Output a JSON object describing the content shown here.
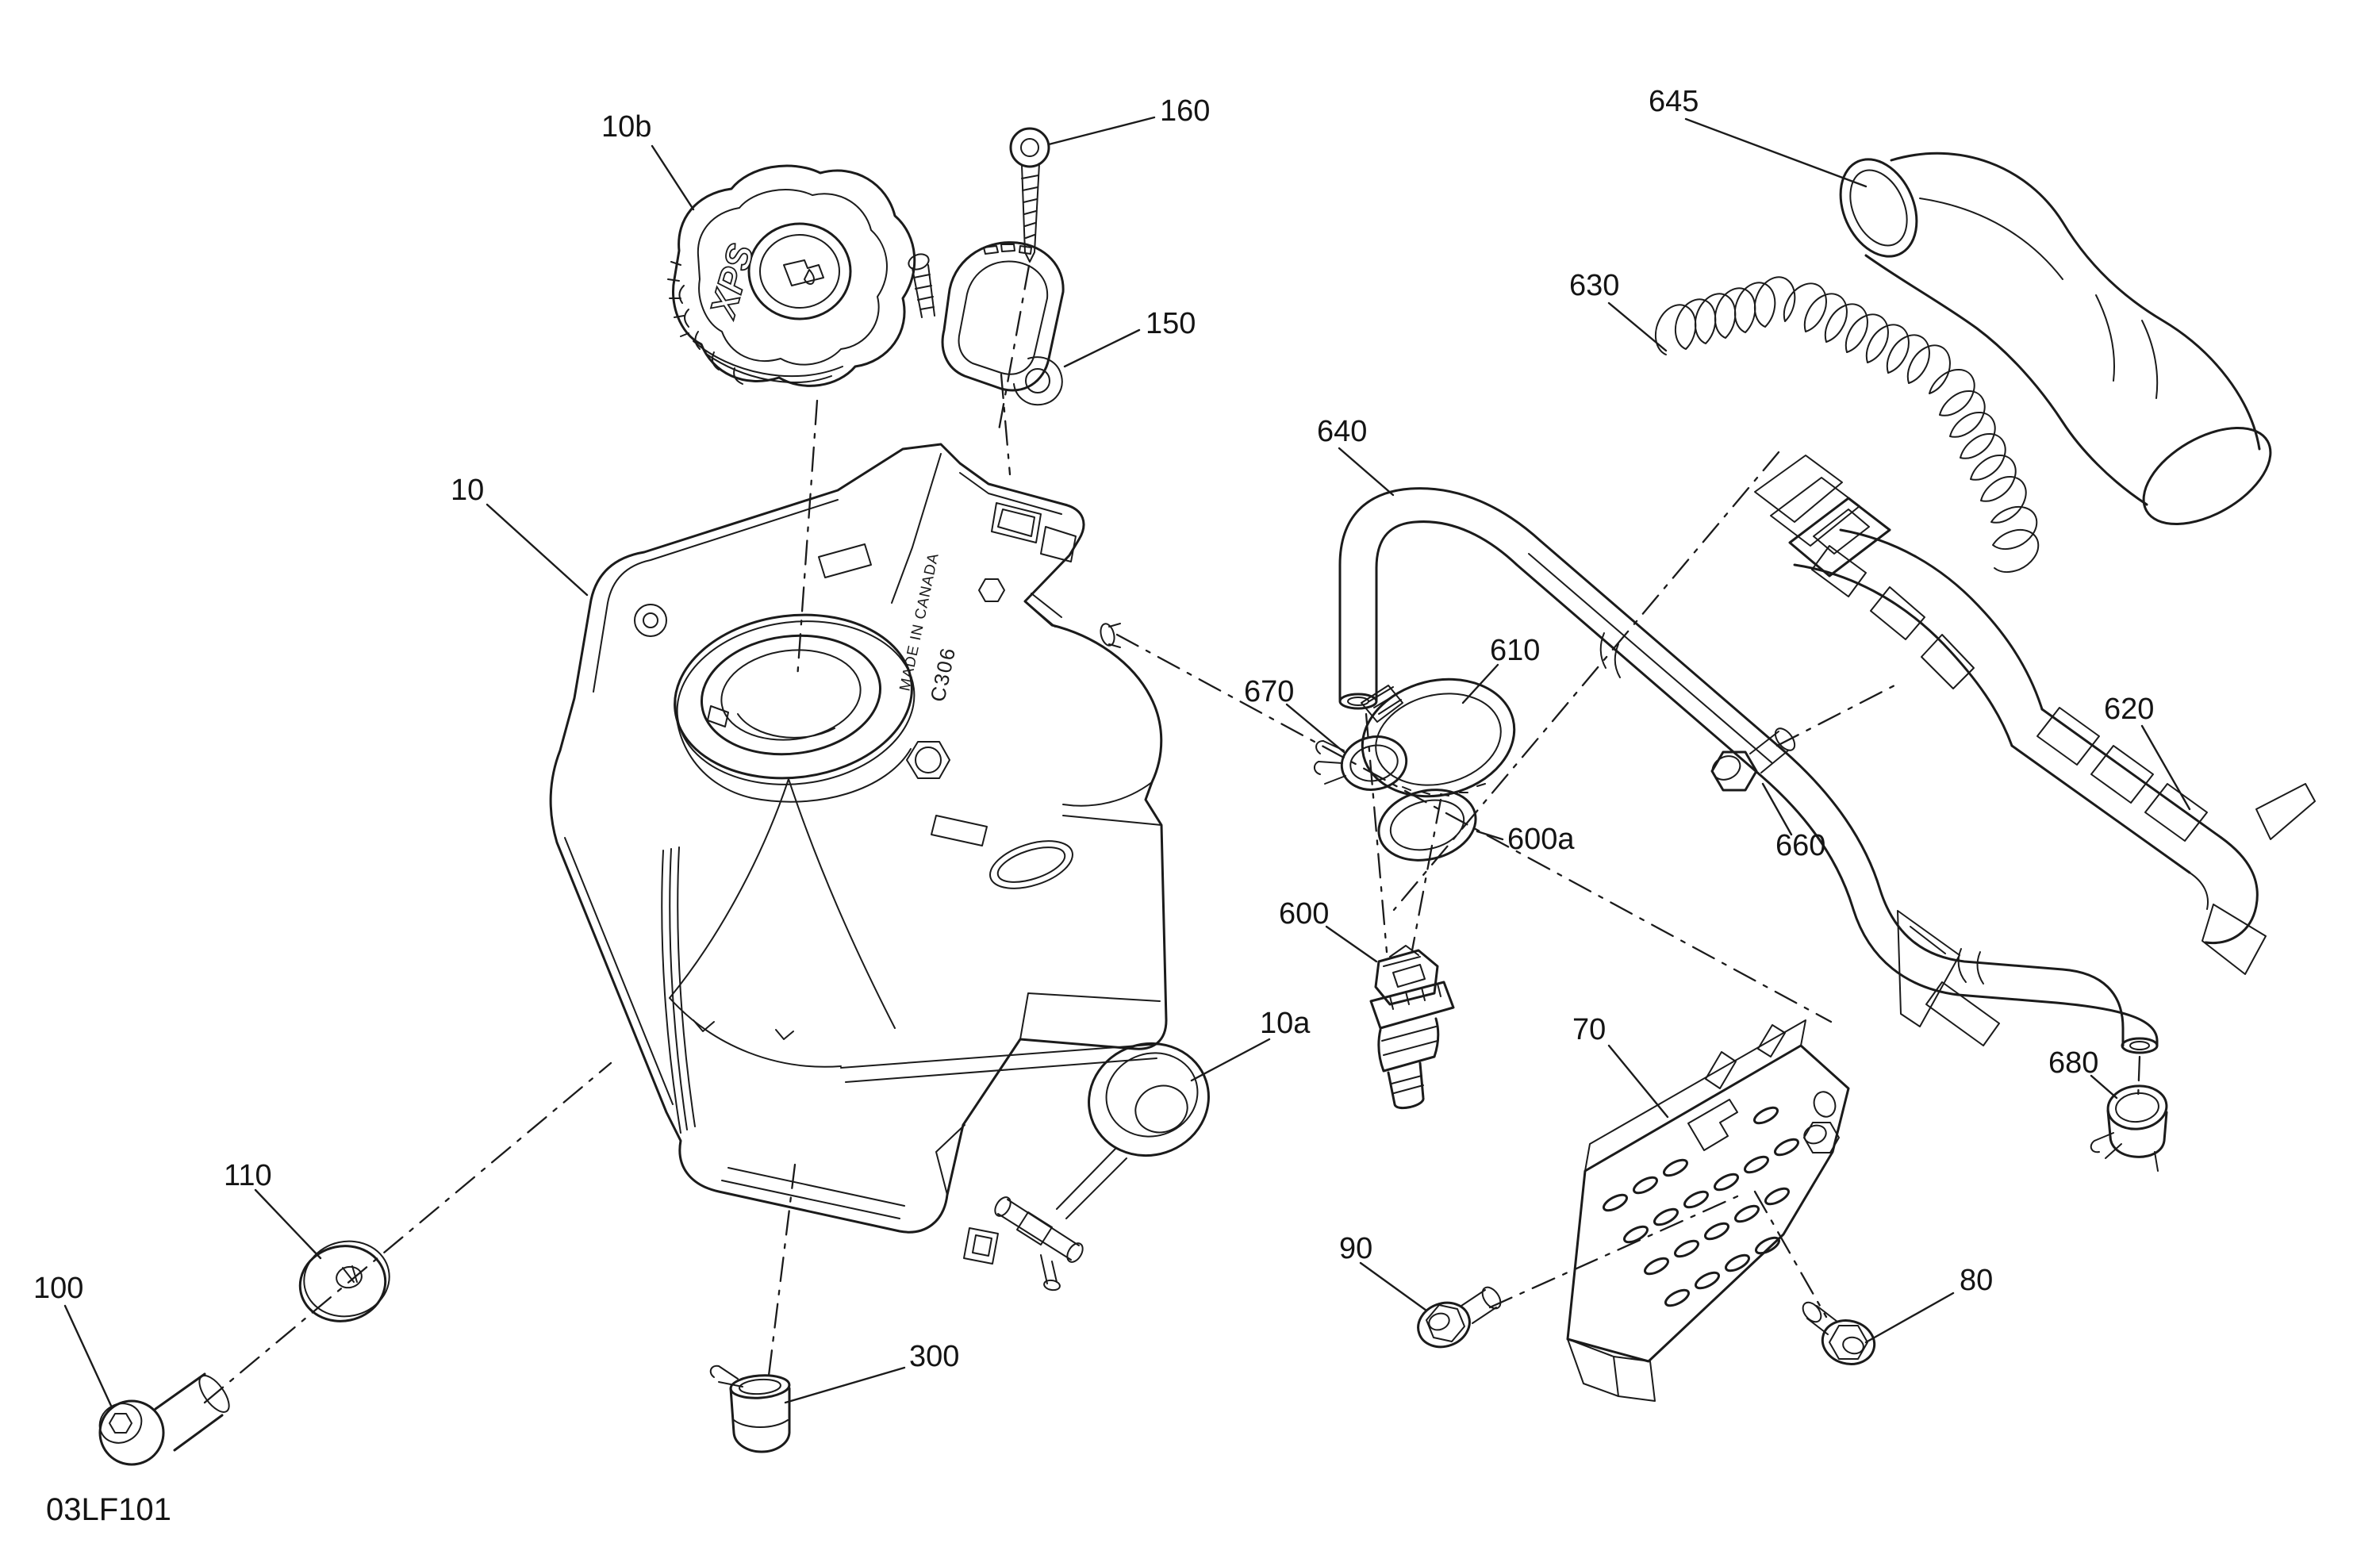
{
  "page": {
    "background": "#ffffff",
    "ink": "#1b1b1b"
  },
  "diagram": {
    "code": "03LF101",
    "markings": {
      "cap_logo": "XPS",
      "made_in": "MADE IN CANADA",
      "mold_code": "C306"
    },
    "callouts": {
      "c10": "10",
      "c10a": "10a",
      "c10b": "10b",
      "c70": "70",
      "c80": "80",
      "c90": "90",
      "c100": "100",
      "c110": "110",
      "c150": "150",
      "c160": "160",
      "c300": "300",
      "c600": "600",
      "c600a": "600a",
      "c610": "610",
      "c620": "620",
      "c630": "630",
      "c640": "640",
      "c645": "645",
      "c660": "660",
      "c670": "670",
      "c680": "680"
    }
  }
}
